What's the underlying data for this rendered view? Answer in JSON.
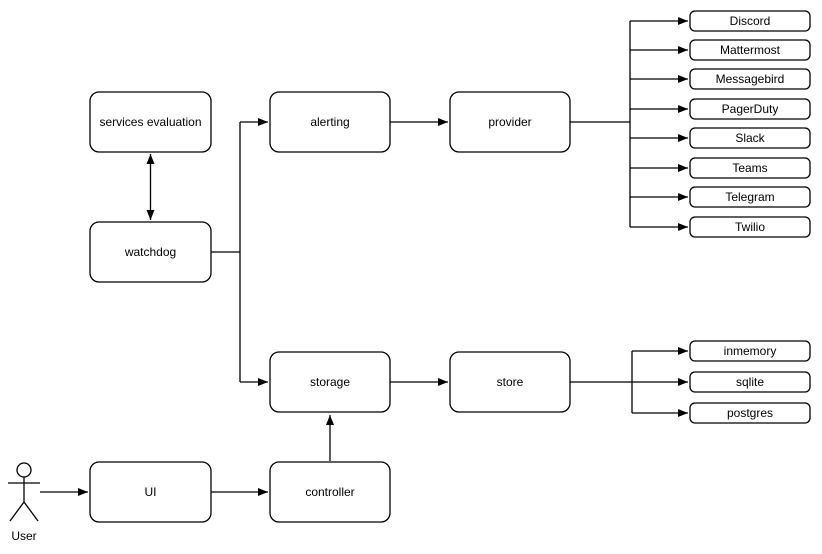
{
  "diagram": {
    "nodes": {
      "services_evaluation": "services evaluation",
      "watchdog": "watchdog",
      "alerting": "alerting",
      "provider": "provider",
      "storage": "storage",
      "store": "store",
      "ui": "UI",
      "controller": "controller"
    },
    "providers": [
      "Discord",
      "Mattermost",
      "Messagebird",
      "PagerDuty",
      "Slack",
      "Teams",
      "Telegram",
      "Twilio"
    ],
    "stores": [
      "inmemory",
      "sqlite",
      "postgres"
    ],
    "actor_label": "User",
    "colors": {
      "stroke": "#000000",
      "node_fill": "#ffffff",
      "background": "#ffffff"
    }
  }
}
